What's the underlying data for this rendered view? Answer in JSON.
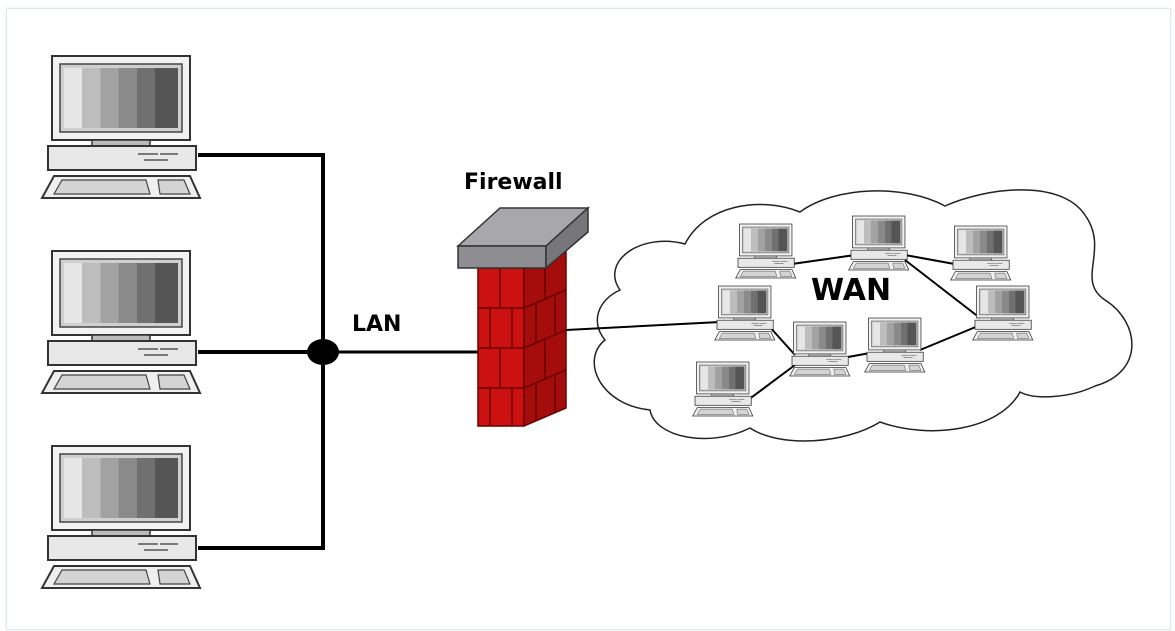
{
  "labels": {
    "firewall": "Firewall",
    "lan": "LAN",
    "wan": "WAN"
  },
  "colors": {
    "brick": "#cc1111",
    "brick_dark": "#9e0a0a",
    "mortar": "#7a0000",
    "cap_top": "#a8a8ac",
    "cap_front": "#8e8e92",
    "line": "#000000",
    "cloud_stroke": "#222222"
  },
  "icons": {
    "lan_computer": "desktop-computer-icon",
    "wan_computer": "desktop-computer-icon",
    "firewall": "brick-wall-icon",
    "hub": "network-hub-icon"
  }
}
